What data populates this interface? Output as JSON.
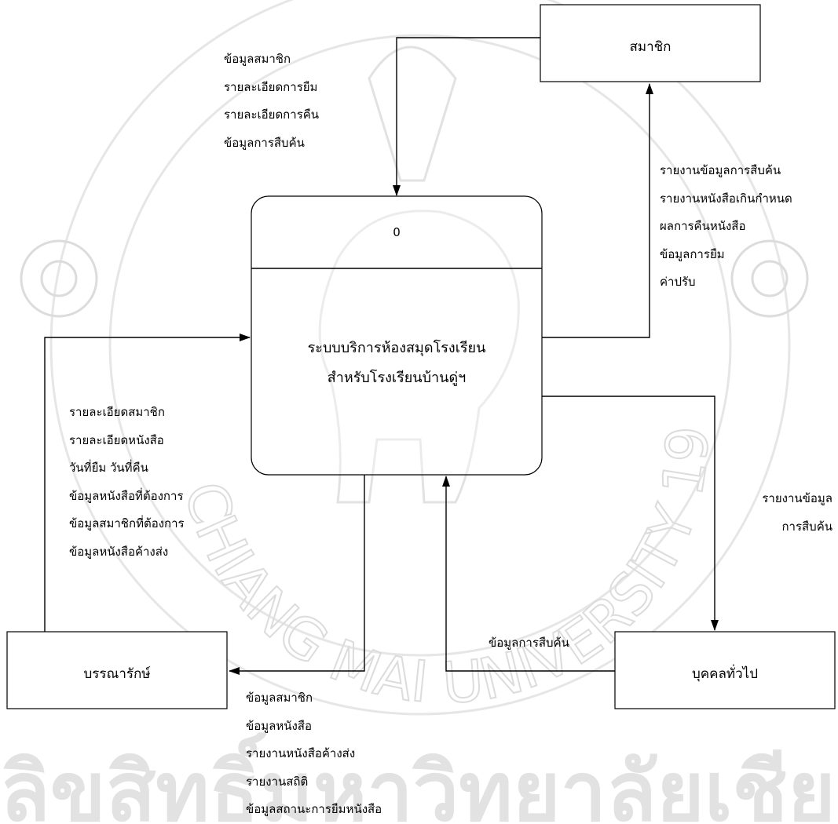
{
  "watermark": {
    "ring_text": "CHIANG MAI UNIVERSITY 1964",
    "band_text": "ลิขสิทธิ์มหาวิทยาลัยเชียงใหม่"
  },
  "process": {
    "number": "0",
    "name_line1": "ระบบบริการห้องสมุดโรงเรียน",
    "name_line2": "สำหรับโรงเรียนบ้านดู่ฯ"
  },
  "entities": {
    "member": "สมาชิก",
    "librarian": "บรรณารักษ์",
    "public": "บุคคลทั่วไป"
  },
  "flows": {
    "member_to_system": [
      "ข้อมูลสมาชิก",
      "รายละเอียดการยืม",
      "รายละเอียดการคืน",
      "ข้อมูลการสืบค้น"
    ],
    "system_to_member": [
      "รายงานข้อมูลการสืบค้น",
      "รายงานหนังสือเกินกำหนด",
      "ผลการคืนหนังสือ",
      "ข้อมูลการยืม",
      "ค่าปรับ"
    ],
    "librarian_to_system": [
      "รายละเอียดสมาชิก",
      "รายละเอียดหนังสือ",
      "วันที่ยืม วันที่คืน",
      "ข้อมูลหนังสือที่ต้องการ",
      "ข้อมูลสมาชิกที่ต้องการ",
      "ข้อมูลหนังสือค้างส่ง"
    ],
    "system_to_librarian": [
      "ข้อมูลสมาชิก",
      "ข้อมูลหนังสือ",
      "รายงานหนังสือค้างส่ง",
      "รายงานสถิติ",
      "ข้อมูลสถานะการยืมหนังสือ"
    ],
    "system_to_public": [
      "รายงานข้อมูล",
      "การสืบค้น"
    ],
    "public_to_system": "ข้อมูลการสืบค้น"
  }
}
